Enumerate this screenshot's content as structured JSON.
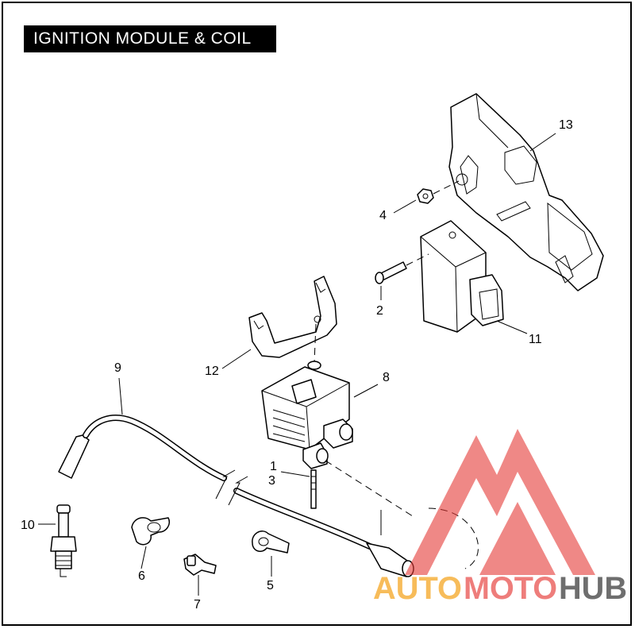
{
  "title": "IGNITION MODULE & COIL",
  "callouts": {
    "c1": "1",
    "c2": "2",
    "c3": "3",
    "c4": "4",
    "c5": "5",
    "c6": "6",
    "c7": "7",
    "c8": "8",
    "c9": "9",
    "c10": "10",
    "c11": "11",
    "c12": "12",
    "c13": "13"
  },
  "watermark": {
    "part1": "AUTO",
    "part2": "MOTO",
    "part3": "HUB",
    "color_red": "#e53935",
    "color_orange": "#f5a623",
    "color_gray": "#555555"
  }
}
